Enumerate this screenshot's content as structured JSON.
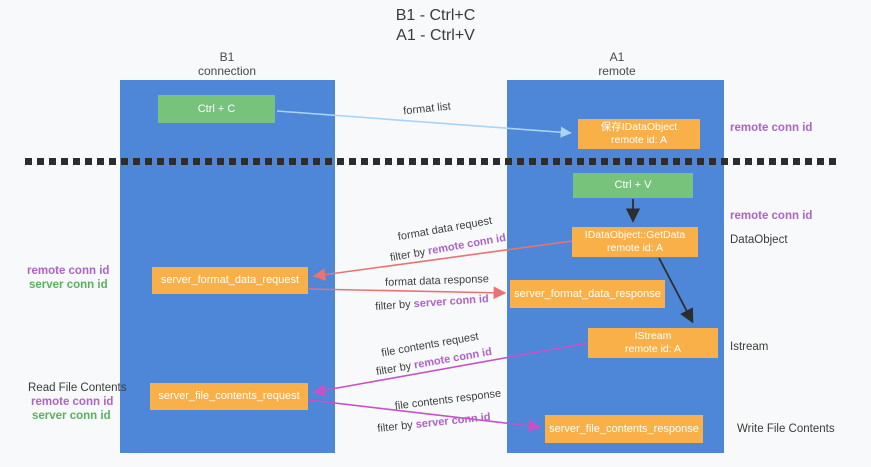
{
  "title": {
    "line1": "B1 - Ctrl+C",
    "line2": "A1 - Ctrl+V"
  },
  "columns": {
    "left": {
      "header_line1": "B1",
      "header_line2": "connection"
    },
    "right": {
      "header_line1": "A1",
      "header_line2": "remote"
    }
  },
  "nodes": {
    "ctrl_c": {
      "label": "Ctrl + C"
    },
    "save_dataobject": {
      "line1": "保存IDataObject",
      "line2": "remote id: A"
    },
    "ctrl_v": {
      "label": "Ctrl + V"
    },
    "getdata": {
      "line1": "IDataObject::GetData",
      "line2": "remote id: A"
    },
    "format_request": {
      "label": "server_format_data_request"
    },
    "format_response": {
      "label": "server_format_data_response"
    },
    "istream": {
      "line1": "IStream",
      "line2": "remote id: A"
    },
    "file_request": {
      "label": "server_file_contents_request"
    },
    "file_response": {
      "label": "server_file_contents_response"
    }
  },
  "labels": {
    "remote_conn_id": "remote conn id",
    "server_conn_id": "server conn id",
    "dataobject": "DataObject",
    "istream": "Istream",
    "read_file_contents": "Read File Contents",
    "write_file_contents": "Write File Contents",
    "format_list": "format list",
    "format_data_request": "format data request",
    "format_data_response": "format data response",
    "file_contents_request": "file contents request",
    "file_contents_response": "file contents response",
    "filter_by": "filter by "
  },
  "colors": {
    "column_blue": "#4e86d8",
    "box_green": "#77c37c",
    "box_orange": "#f9b048",
    "arrow_lightblue": "#aad4f5",
    "arrow_red": "#e97272",
    "arrow_magenta": "#c653c6",
    "arrow_black": "#2d2d2d",
    "text_purple": "#ad63c8",
    "text_green": "#57b25e"
  }
}
